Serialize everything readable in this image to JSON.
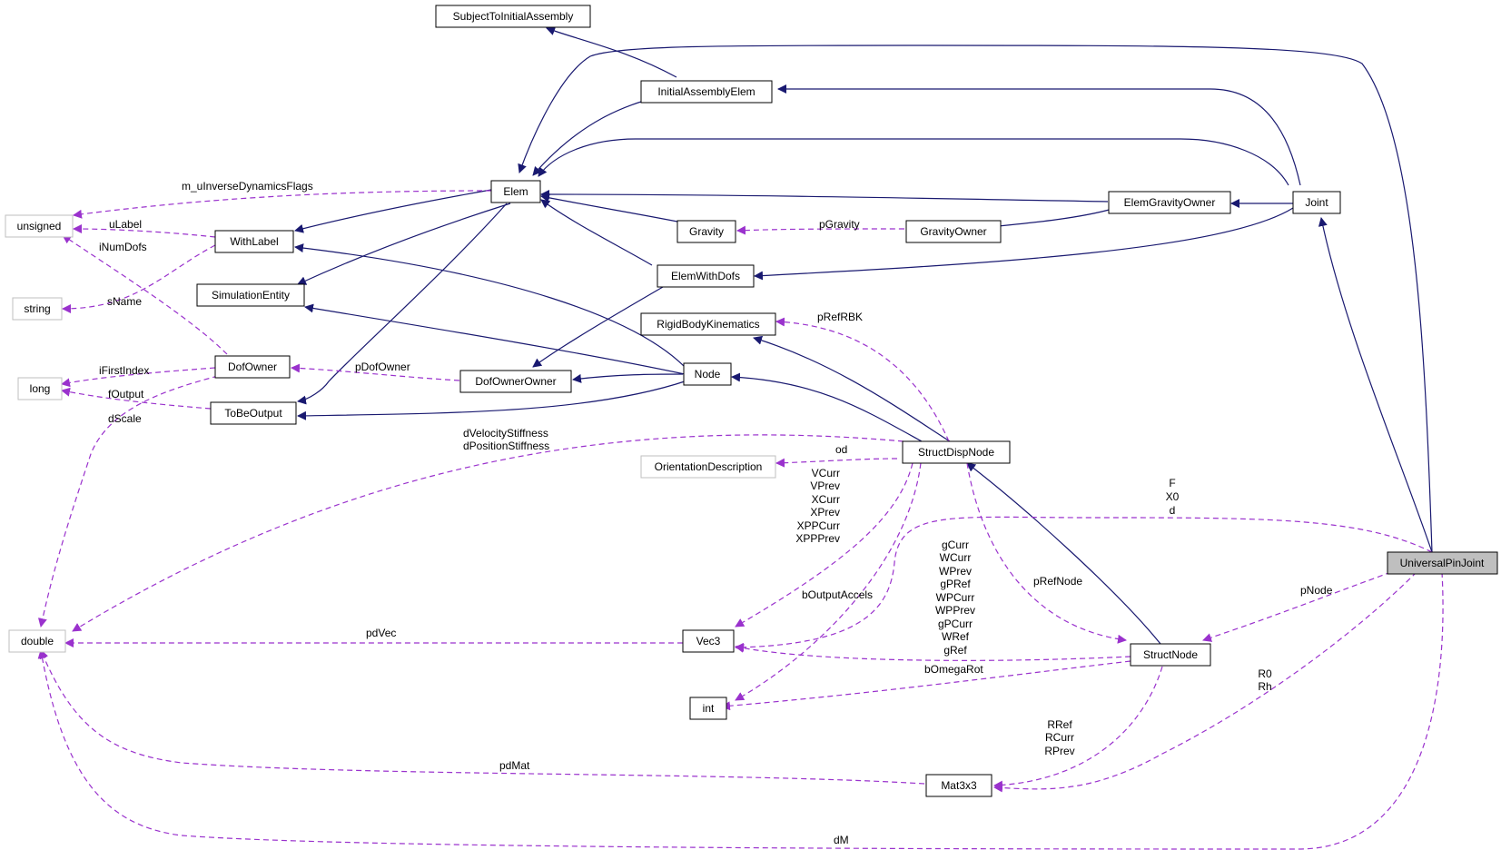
{
  "colors": {
    "inheritance": "#191970",
    "usage": "#9a32cd",
    "focus_fill": "#bfbfbf",
    "external_border": "#bfbfbf"
  },
  "nodes": {
    "subject": "SubjectToInitialAssembly",
    "initial_assembly_elem": "InitialAssemblyElem",
    "elem": "Elem",
    "elem_gravity_owner": "ElemGravityOwner",
    "joint": "Joint",
    "unsigned": "unsigned",
    "with_label": "WithLabel",
    "gravity": "Gravity",
    "gravity_owner": "GravityOwner",
    "string": "string",
    "simulation_entity": "SimulationEntity",
    "elem_with_dofs": "ElemWithDofs",
    "rigid_body_kinematics": "RigidBodyKinematics",
    "dof_owner": "DofOwner",
    "long": "long",
    "dof_owner_owner": "DofOwnerOwner",
    "node": "Node",
    "to_be_output": "ToBeOutput",
    "struct_disp_node": "StructDispNode",
    "orientation_description": "OrientationDescription",
    "universal_pin_joint": "UniversalPinJoint",
    "double": "double",
    "vec3": "Vec3",
    "struct_node": "StructNode",
    "int": "int",
    "mat3x3": "Mat3x3"
  },
  "edge_labels": {
    "m_u_inverse": "m_uInverseDynamicsFlags",
    "u_label": "uLabel",
    "i_num_dofs": "iNumDofs",
    "s_name": "sName",
    "p_gravity": "pGravity",
    "p_ref_rbk": "pRefRBK",
    "i_first_index": "iFirstIndex",
    "p_dof_owner": "pDofOwner",
    "f_output": "fOutput",
    "d_scale": "dScale",
    "d_velocity_stiffness": "dVelocityStiffness",
    "d_position_stiffness": "dPositionStiffness",
    "od": "od",
    "vcurr_list": [
      "VCurr",
      "VPrev",
      "XCurr",
      "XPrev",
      "XPPCurr",
      "XPPPrev"
    ],
    "f_x0_d": [
      "F",
      "X0",
      "d"
    ],
    "g_list": [
      "gCurr",
      "WCurr",
      "WPrev",
      "gPRef",
      "WPCurr",
      "WPPrev",
      "gPCurr",
      "WRef",
      "gRef"
    ],
    "p_ref_node": "pRefNode",
    "b_output_accels": "bOutputAccels",
    "p_node": "pNode",
    "pd_vec": "pdVec",
    "b_omega_rot": "bOmegaRot",
    "r0_rh": [
      "R0",
      "Rh"
    ],
    "r_list": [
      "RRef",
      "RCurr",
      "RPrev"
    ],
    "pd_mat": "pdMat",
    "d_m": "dM"
  }
}
